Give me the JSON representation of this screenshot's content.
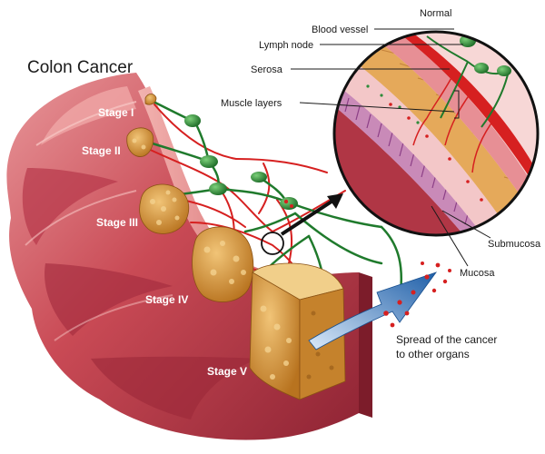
{
  "title": "Colon Cancer",
  "stages": [
    "Stage I",
    "Stage II",
    "Stage III",
    "Stage IV",
    "Stage V"
  ],
  "inset": {
    "heading": "Normal",
    "labels": [
      "Blood vessel",
      "Lymph node",
      "Serosa",
      "Muscle layers",
      "Submucosa",
      "Mucosa"
    ]
  },
  "spread": {
    "line1": "Spread of the cancer",
    "line2": "to other organs"
  },
  "colors": {
    "colon_wall": "#c7464f",
    "colon_dark": "#8e2030",
    "colon_light": "#e99a9b",
    "tumor": "#d99a3b",
    "lymph_node": "#2e8b3a",
    "lymph_vessel": "#1f7a2c",
    "blood_vessel": "#d62020",
    "spread_arrow": "#2a6fb5"
  }
}
